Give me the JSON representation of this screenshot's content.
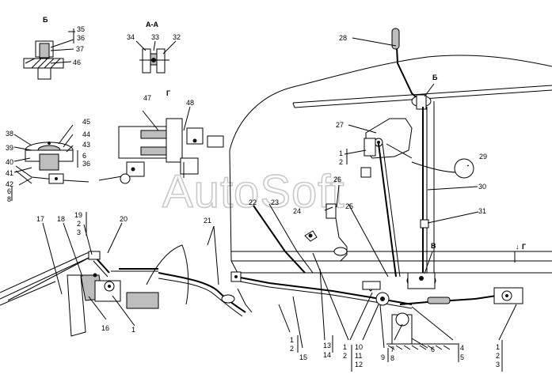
{
  "watermark": "AutoSoft",
  "sections": {
    "b": "Б",
    "aa": "А-А",
    "g_view": "Г",
    "v": "В",
    "b_marker": "Б",
    "g_arrow": "Г"
  },
  "arrow_glyph": "↓",
  "callouts": {
    "c1": "1",
    "c2": "2",
    "c3": "3",
    "c4": "4",
    "c5": "5",
    "c6": "6",
    "c7": "7",
    "c8": "8",
    "c9": "9",
    "c10": "10",
    "c11": "11",
    "c12": "12",
    "c13": "13",
    "c14": "14",
    "c15": "15",
    "c16": "16",
    "c17": "17",
    "c18": "18",
    "c19": "19",
    "c20": "20",
    "c21": "21",
    "c22": "22",
    "c23": "23",
    "c24": "24",
    "c25": "25",
    "c26": "26",
    "c27": "27",
    "c28": "28",
    "c29": "29",
    "c30": "30",
    "c31": "31",
    "c32": "32",
    "c33": "33",
    "c34": "34",
    "c35": "35",
    "c36": "36",
    "c37": "37",
    "c38": "38",
    "c39": "39",
    "c40": "40",
    "c41": "41",
    "c42": "42",
    "c43": "43",
    "c44": "44",
    "c45": "45",
    "c46": "46",
    "c47": "47",
    "c48": "48"
  }
}
